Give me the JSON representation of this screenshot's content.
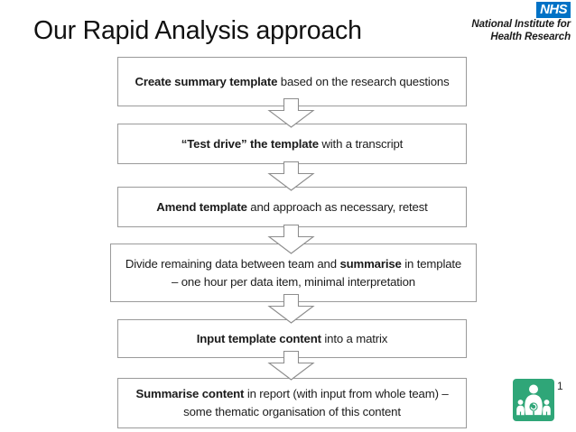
{
  "slide": {
    "title": "Our Rapid Analysis approach",
    "page_number": "1",
    "background_color": "#ffffff"
  },
  "logo": {
    "nhs_badge": "NHS",
    "nhs_badge_color": "#0072c6",
    "line1": "National Institute for",
    "line2": "Health Research",
    "name": "nihr-logo"
  },
  "flowchart": {
    "type": "vertical-flow",
    "box_border_color": "#9a9a9a",
    "box_fill_color": "#ffffff",
    "arrow_count": 5,
    "arrow_direction": "down",
    "boxes": [
      {
        "id": "box-1",
        "bold_prefix": "Create summary template",
        "rest": " based on the research questions",
        "full_text": "Create summary template based on the research questions"
      },
      {
        "id": "box-2",
        "bold_prefix": "“Test drive” the template",
        "rest": " with a transcript",
        "full_text": "“Test drive” the template with a transcript"
      },
      {
        "id": "box-3",
        "bold_prefix": "Amend template",
        "rest": " and approach as necessary, retest",
        "full_text": "Amend template and approach as necessary, retest"
      },
      {
        "id": "box-4",
        "pre": "Divide remaining data between team and ",
        "bold_mid": "summarise",
        "rest": " in template – one hour per data item, minimal interpretation",
        "full_text": "Divide remaining data between team and summarise in template – one hour per data item, minimal interpretation"
      },
      {
        "id": "box-5",
        "bold_prefix": "Input template content",
        "rest": " into a matrix",
        "full_text": "Input template content into a matrix"
      },
      {
        "id": "box-6",
        "bold_prefix": "Summarise content",
        "rest": " in report (with input from whole team) – some thematic organisation of this content",
        "full_text": "Summarise content in report (with input from whole team) – some thematic organisation of this content"
      }
    ]
  },
  "maternity_icon": {
    "name": "maternity-family-icon",
    "background_color": "#2fa678",
    "figure_color": "#ffffff",
    "description": "pregnant woman with two children"
  }
}
